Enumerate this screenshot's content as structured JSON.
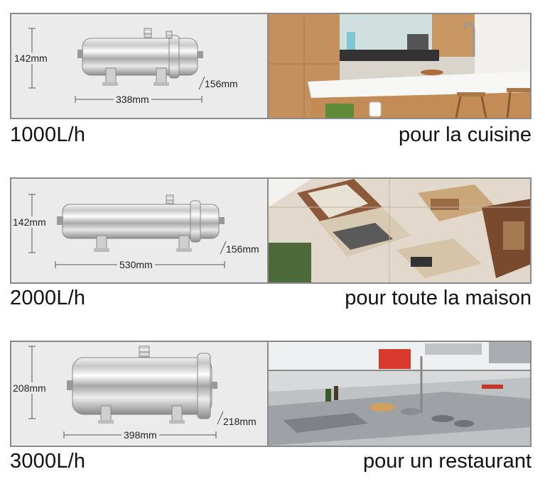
{
  "products": [
    {
      "height_label": "142mm",
      "diameter_label": "156mm",
      "length_label": "338mm",
      "flow_rate": "1000L/h",
      "usage": "pour la cuisine",
      "scene": "kitchen"
    },
    {
      "height_label": "142mm",
      "diameter_label": "156mm",
      "length_label": "530mm",
      "flow_rate": "2000L/h",
      "usage": "pour toute la maison",
      "scene": "house-floorplan"
    },
    {
      "height_label": "208mm",
      "diameter_label": "218mm",
      "length_label": "398mm",
      "flow_rate": "3000L/h",
      "usage": "pour un restaurant",
      "scene": "restaurant-kitchen"
    }
  ]
}
